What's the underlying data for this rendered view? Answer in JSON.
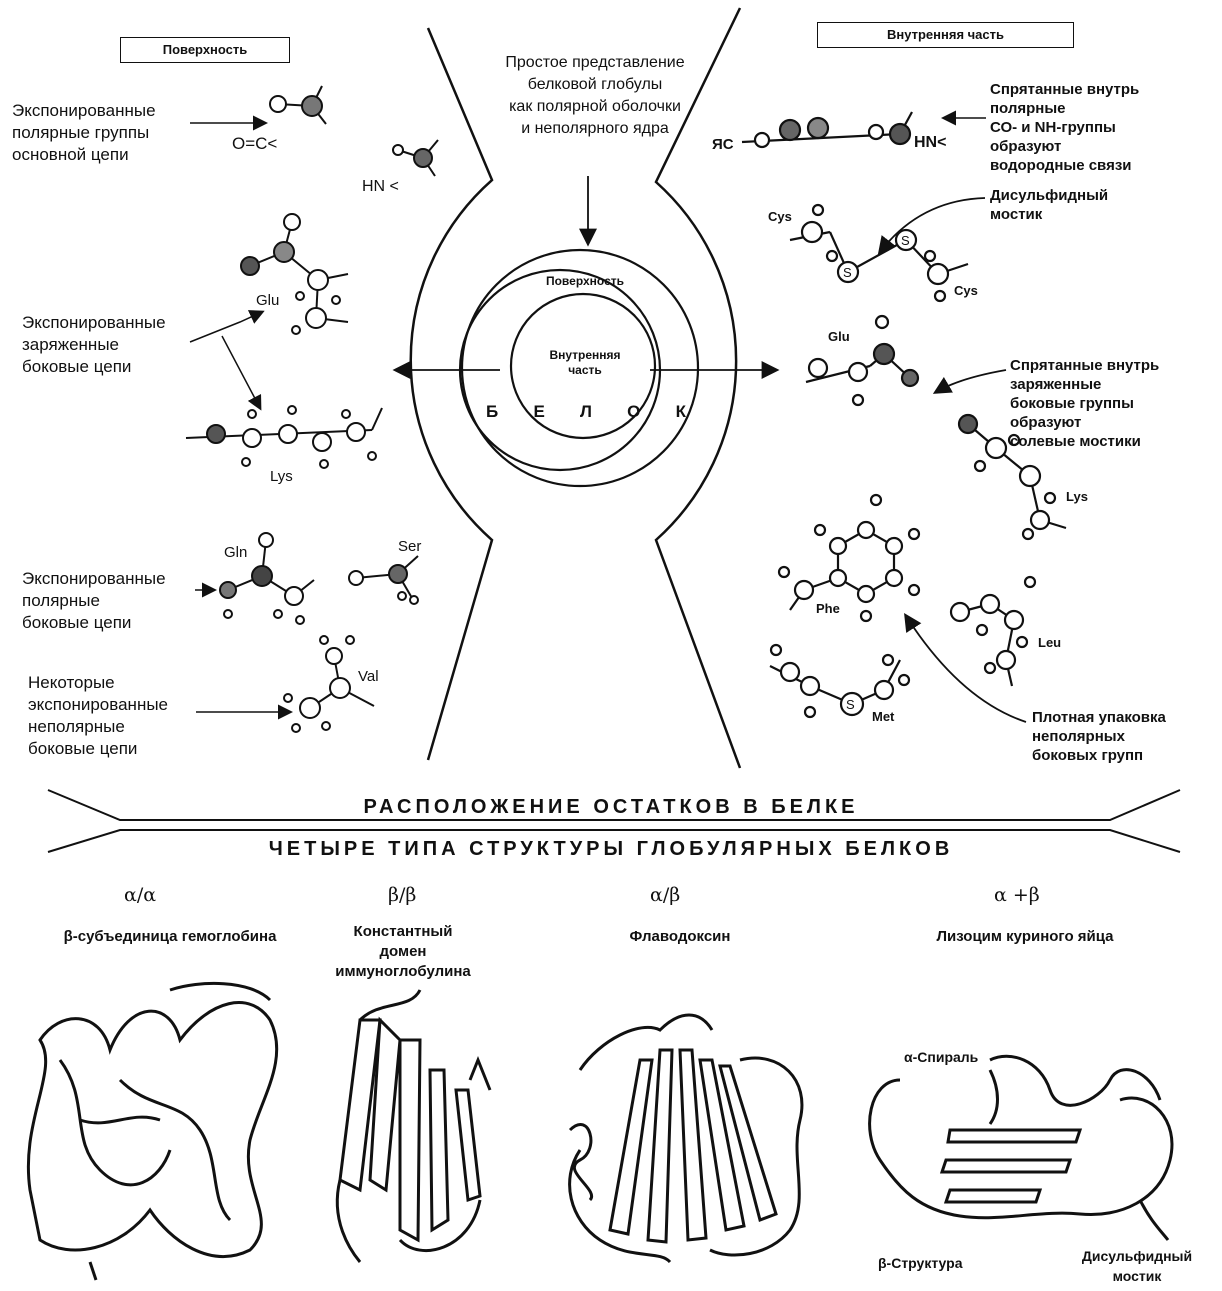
{
  "boxes": {
    "surface": "Поверхность",
    "interior": "Внутренняя часть"
  },
  "center": {
    "caption": "Простое представление\nбелковой глобулы\nкак полярной оболочки\nи неполярного ядра",
    "outer_ring_label": "Поверхность",
    "inner_label": "Внутренняя\nчасть",
    "protein_letters": [
      "Б",
      "Е",
      "Л",
      "О",
      "К"
    ]
  },
  "left_labels": {
    "backbone": "Экспонированные\nполярные группы\nосновной цепи",
    "charged": "Экспонированные\nзаряженные\nбоковые цепи",
    "polar": "Экспонированные\nполярные\nбоковые цепи",
    "nonpolar": "Некоторые\nэкспонированные\nнеполярные\nбоковые цепи"
  },
  "left_groups": {
    "oc": "O=C<",
    "hn": "HN <"
  },
  "residues_left": [
    "Glu",
    "Lys",
    "Gln",
    "Ser",
    "Val"
  ],
  "right_labels": {
    "buried_polar": "Спрятанные внутрь\nполярные\nСО- и NH-группы\nобразуют\nводородные связи",
    "disulfide": "Дисульфидный\nмостик",
    "buried_charged": "Спрятанные внутрь\nзаряженные\nбоковые группы\nобразуют\nсолевые мостики",
    "packing": "Плотная упаковка\nнеполярных\nбоковых групп"
  },
  "right_groups": {
    "hn": "HN<",
    "co": "ЯС"
  },
  "residues_right": [
    "Cys",
    "Cys",
    "Glu",
    "Lys",
    "Phe",
    "Leu",
    "Met"
  ],
  "sulfur_label": "S",
  "banners": {
    "placement": "РАСПОЛОЖЕНИЕ ОСТАТКОВ В БЕЛКЕ",
    "types": "ЧЕТЫРЕ ТИПА СТРУКТУРЫ ГЛОБУЛЯРНЫХ БЕЛКОВ"
  },
  "structures": [
    {
      "symbol": "α/α",
      "name": "β-субъединица гемоглобина"
    },
    {
      "symbol": "β/β",
      "name": "Константный\nдомен\nиммуноглобулина"
    },
    {
      "symbol": "α/β",
      "name": "Флаводоксин"
    },
    {
      "symbol": "α +β",
      "name": "Лизоцим куриного яйца"
    }
  ],
  "lysozyme_labels": {
    "helix": "α-Спираль",
    "sheet": "β-Структура",
    "disulfide": "Дисульфидный\nмостик"
  },
  "colors": {
    "ink": "#111111",
    "background": "#ffffff"
  }
}
